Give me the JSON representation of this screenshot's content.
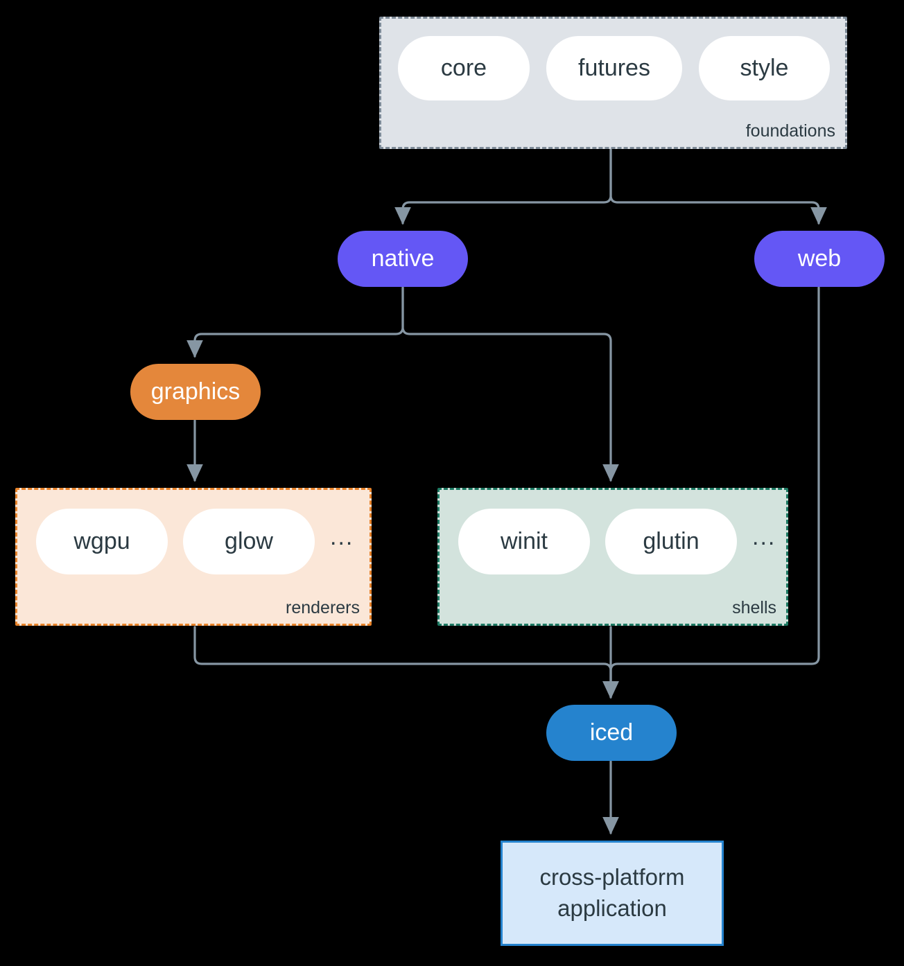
{
  "diagram": {
    "type": "flowchart",
    "direction": "top-down",
    "background": "#000000",
    "edge_color": "#8696a3"
  },
  "clusters": [
    {
      "id": "foundations",
      "label": "foundations",
      "fill": "#dfe3e8",
      "border": "#7d8a97",
      "border_style": "dashed",
      "pills": [
        {
          "id": "core",
          "label": "core"
        },
        {
          "id": "futures",
          "label": "futures"
        },
        {
          "id": "style",
          "label": "style"
        }
      ],
      "ellipsis": null
    },
    {
      "id": "renderers",
      "label": "renderers",
      "fill": "#fbe7d8",
      "border": "#e8832a",
      "border_style": "dashed",
      "pills": [
        {
          "id": "wgpu",
          "label": "wgpu"
        },
        {
          "id": "glow",
          "label": "glow"
        }
      ],
      "ellipsis": "..."
    },
    {
      "id": "shells",
      "label": "shells",
      "fill": "#d3e3dd",
      "border": "#1d7a63",
      "border_style": "dashed",
      "pills": [
        {
          "id": "winit",
          "label": "winit"
        },
        {
          "id": "glutin",
          "label": "glutin"
        }
      ],
      "ellipsis": "..."
    }
  ],
  "nodes": [
    {
      "id": "native",
      "label": "native",
      "shape": "stadium",
      "fill": "#6457f5",
      "text_color": "#ffffff"
    },
    {
      "id": "web",
      "label": "web",
      "shape": "stadium",
      "fill": "#6457f5",
      "text_color": "#ffffff"
    },
    {
      "id": "graphics",
      "label": "graphics",
      "shape": "stadium",
      "fill": "#e4873b",
      "text_color": "#ffffff"
    },
    {
      "id": "iced",
      "label": "iced",
      "shape": "stadium",
      "fill": "#2583ce",
      "text_color": "#ffffff"
    },
    {
      "id": "application",
      "label_line_1": "cross-platform",
      "label_line_2": "application",
      "shape": "rectangle",
      "fill": "#d6e8fa",
      "border": "#2583ce",
      "text_color": "#2b3a42"
    }
  ],
  "edges": [
    {
      "from": "foundations",
      "to": "native"
    },
    {
      "from": "foundations",
      "to": "web"
    },
    {
      "from": "native",
      "to": "graphics"
    },
    {
      "from": "native",
      "to": "shells"
    },
    {
      "from": "graphics",
      "to": "renderers"
    },
    {
      "from": "renderers",
      "to": "iced"
    },
    {
      "from": "shells",
      "to": "iced"
    },
    {
      "from": "web",
      "to": "iced"
    },
    {
      "from": "iced",
      "to": "application"
    }
  ]
}
